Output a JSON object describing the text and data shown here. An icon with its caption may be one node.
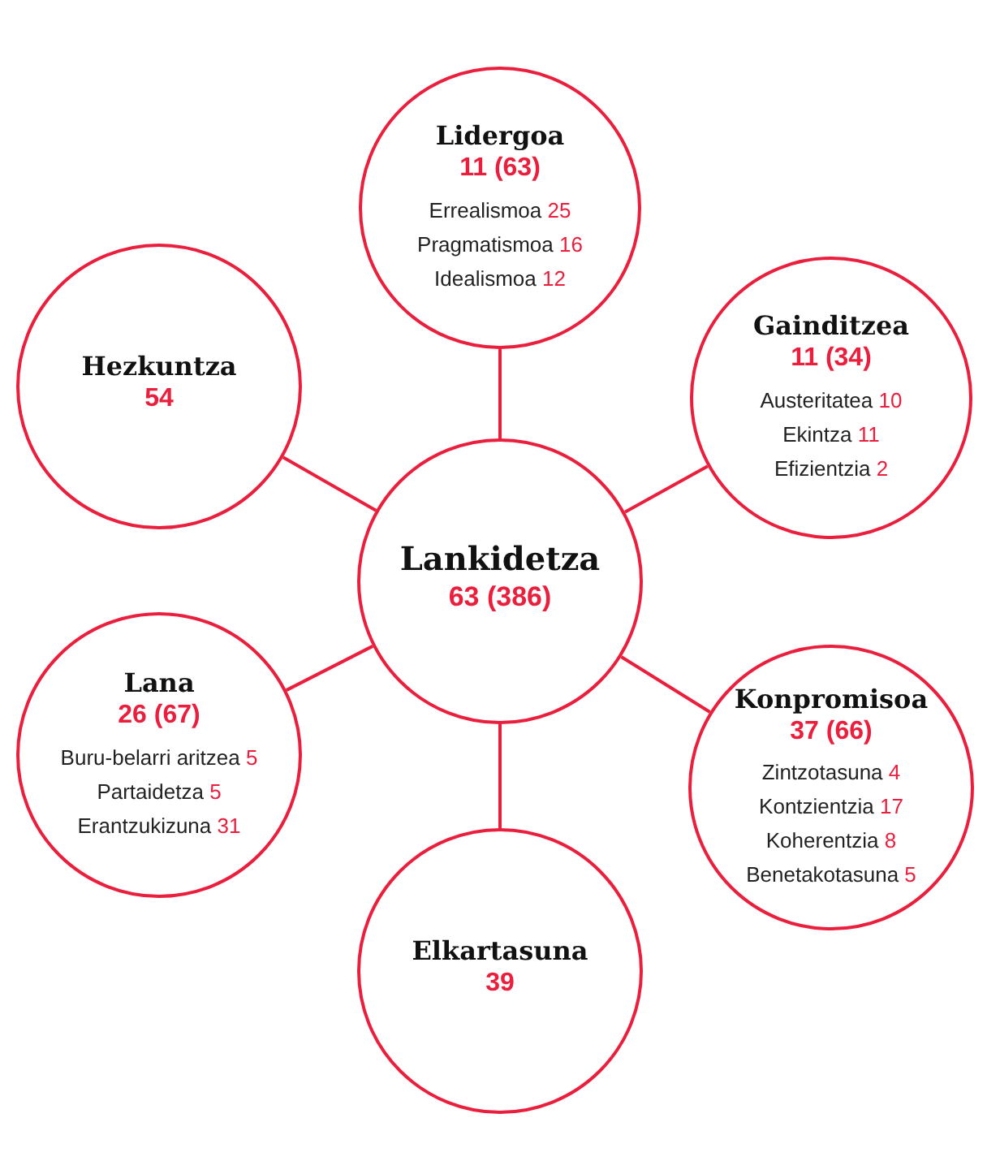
{
  "diagram": {
    "nodes": [
      {
        "text": [
          "Lidergoa",
          "11 (63)",
          "Errealismoa 25",
          "Pragmatismoa 16",
          "Idealismoa 12"
        ]
      },
      {
        "text": [
          "Hezkuntza",
          "54"
        ]
      },
      {
        "text": [
          "Gainditzea",
          "11 (34)",
          "Austeritatea 10",
          "Ekintza 11",
          "Efizientzia 2"
        ]
      },
      {
        "text": [
          "Lankidetza",
          "63 (386)"
        ]
      },
      {
        "text": [
          "Lana",
          "26 (67)",
          "Buru-belarri aritzea 5",
          "Partaidetza 5",
          "Erantzukizuna 31"
        ]
      },
      {
        "text": [
          "Konpromisoa",
          "37 (66)",
          "Zintzotasuna 4",
          "Kontzientzia 17",
          "Koherentzia 8",
          "Benetakotasuna 5"
        ]
      },
      {
        "text": [
          "Elkartasuna",
          "39"
        ]
      }
    ],
    "edges": [
      {
        "from": 3,
        "to": 0,
        "arrow": "none"
      },
      {
        "from": 3,
        "to": 1,
        "arrow": "none"
      },
      {
        "from": 3,
        "to": 2,
        "arrow": "none"
      },
      {
        "from": 3,
        "to": 4,
        "arrow": "none"
      },
      {
        "from": 3,
        "to": 5,
        "arrow": "none"
      },
      {
        "from": 3,
        "to": 6,
        "arrow": "none"
      }
    ]
  }
}
